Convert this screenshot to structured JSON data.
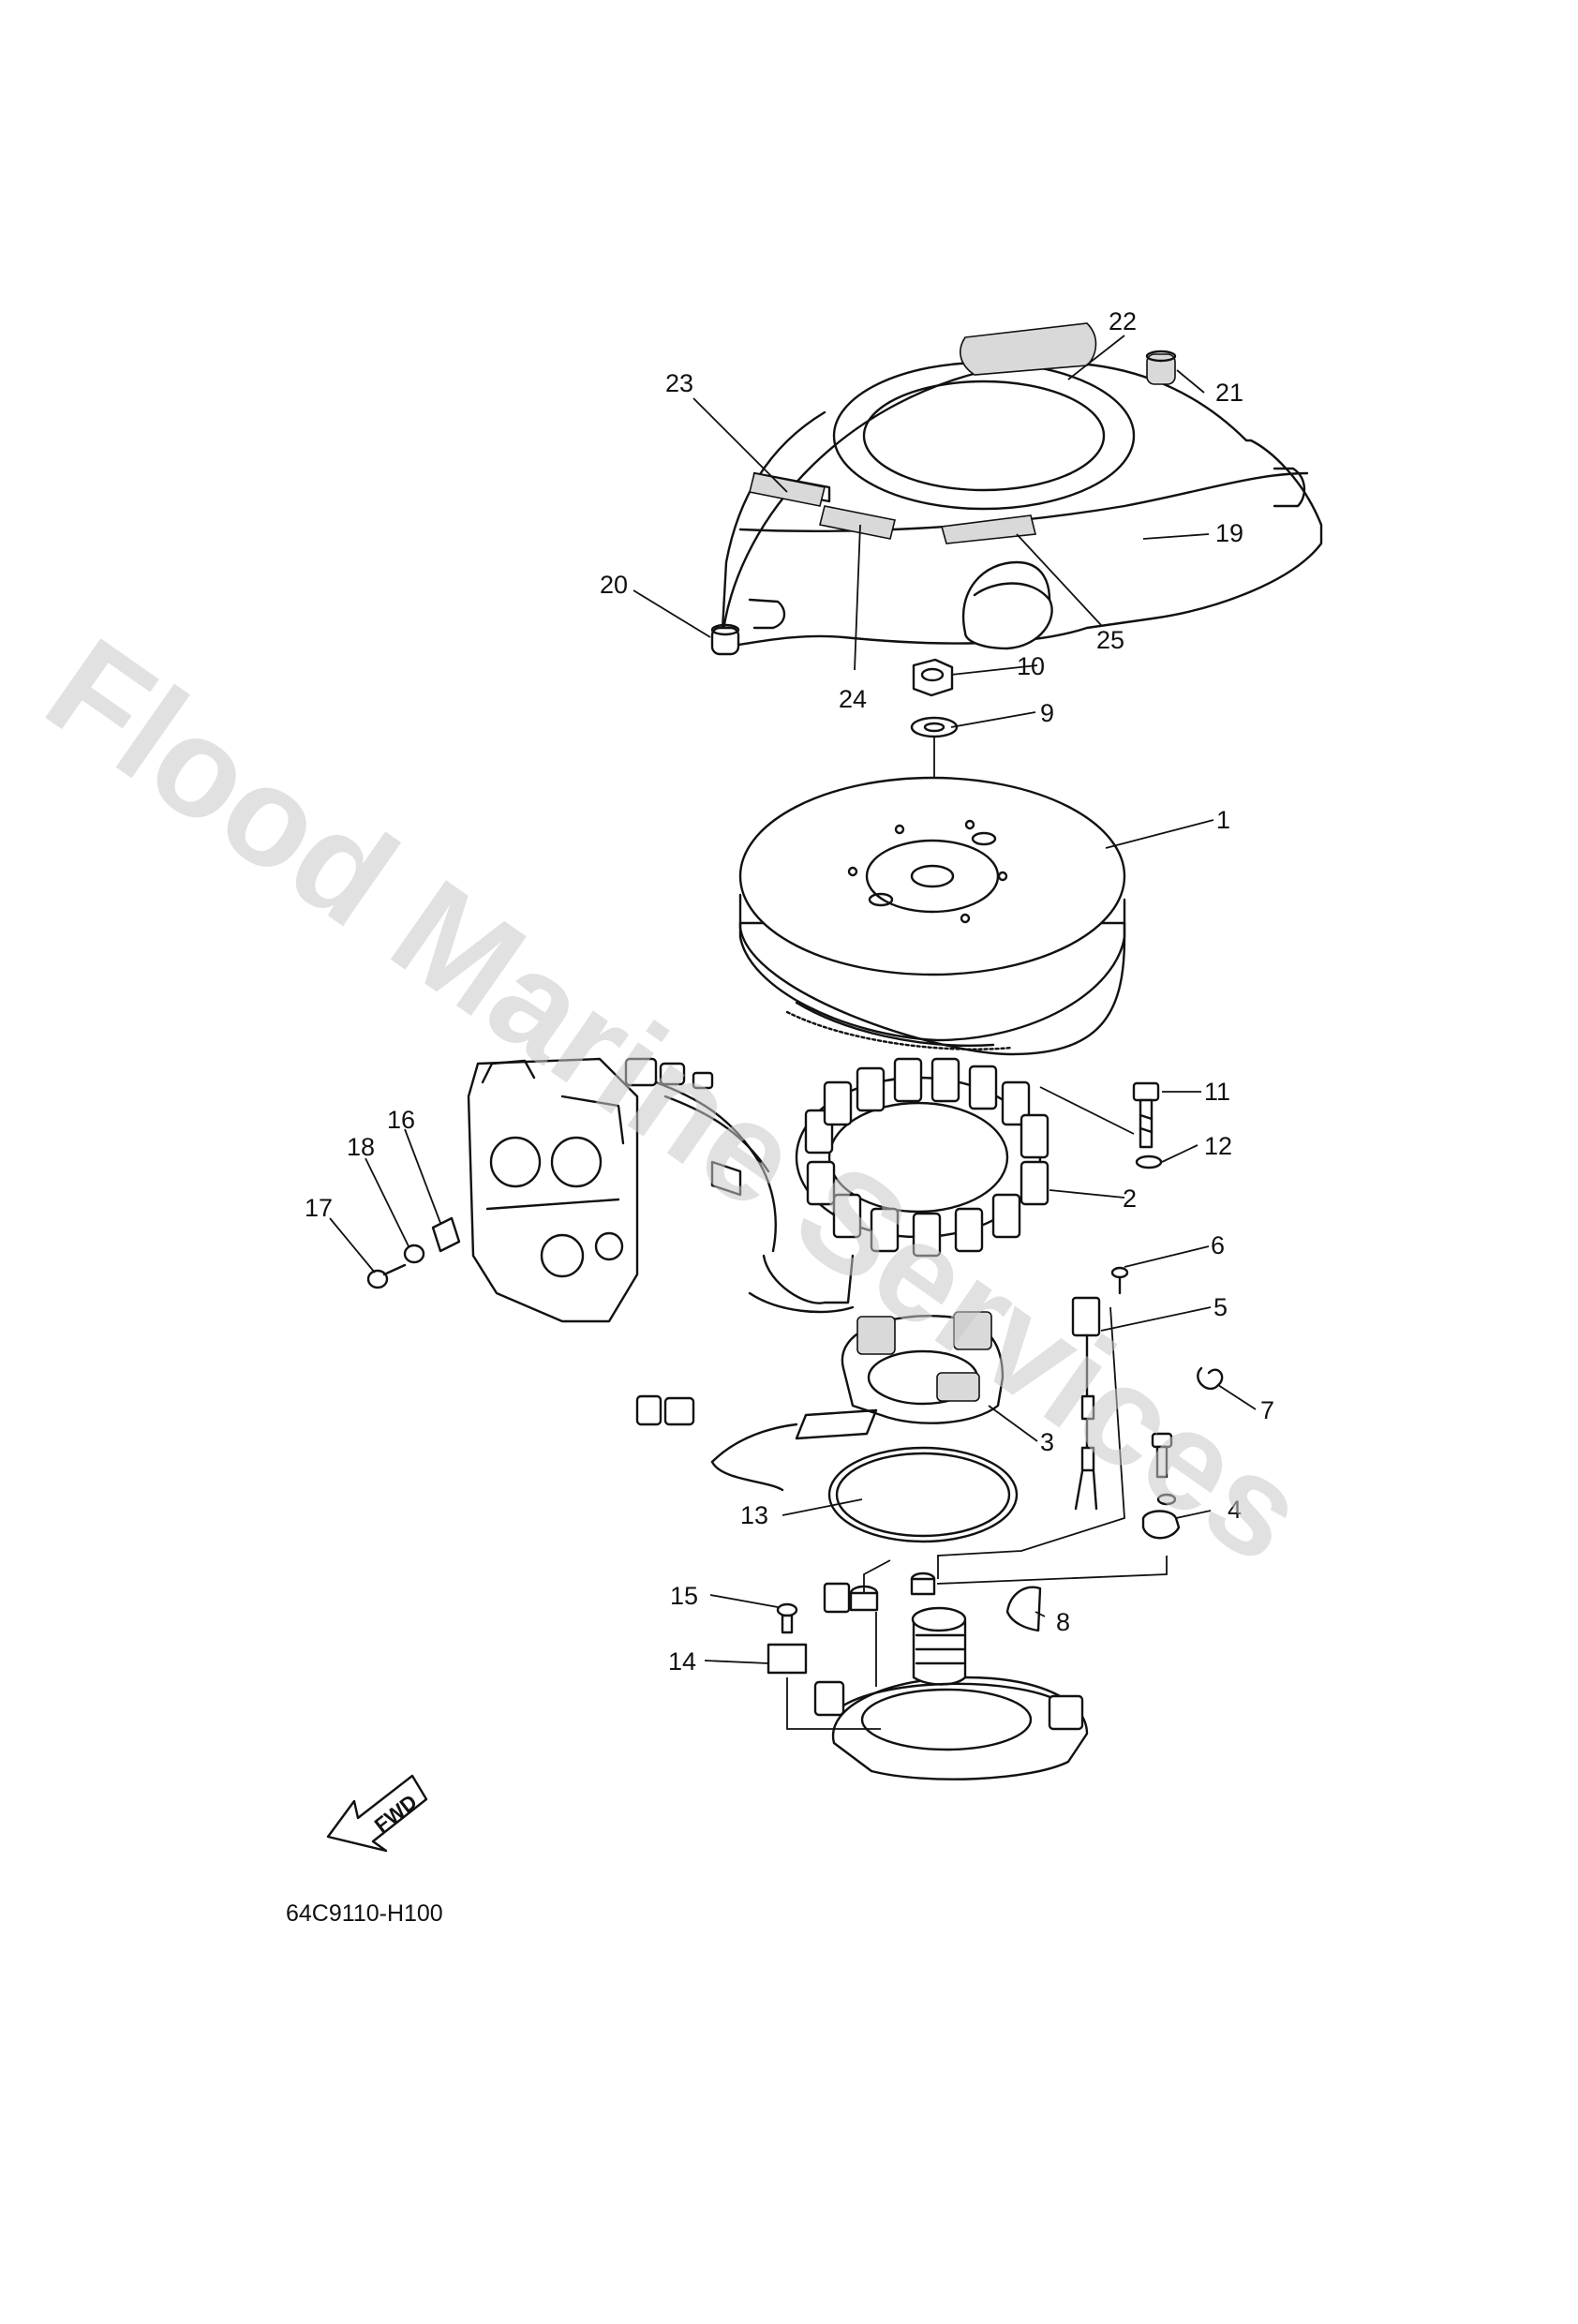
{
  "diagram_code": "64C9110-H100",
  "watermark": "Flood Marine Services",
  "fwd_label": "FWD",
  "callouts": {
    "c1": "1",
    "c2": "2",
    "c3": "3",
    "c4": "4",
    "c5": "5",
    "c6": "6",
    "c7": "7",
    "c8": "8",
    "c9": "9",
    "c10": "10",
    "c11": "11",
    "c12": "12",
    "c13": "13",
    "c14": "14",
    "c15": "15",
    "c16": "16",
    "c17": "17",
    "c18": "18",
    "c19": "19",
    "c20": "20",
    "c21": "21",
    "c22": "22",
    "c23": "23",
    "c24": "24",
    "c25": "25"
  }
}
